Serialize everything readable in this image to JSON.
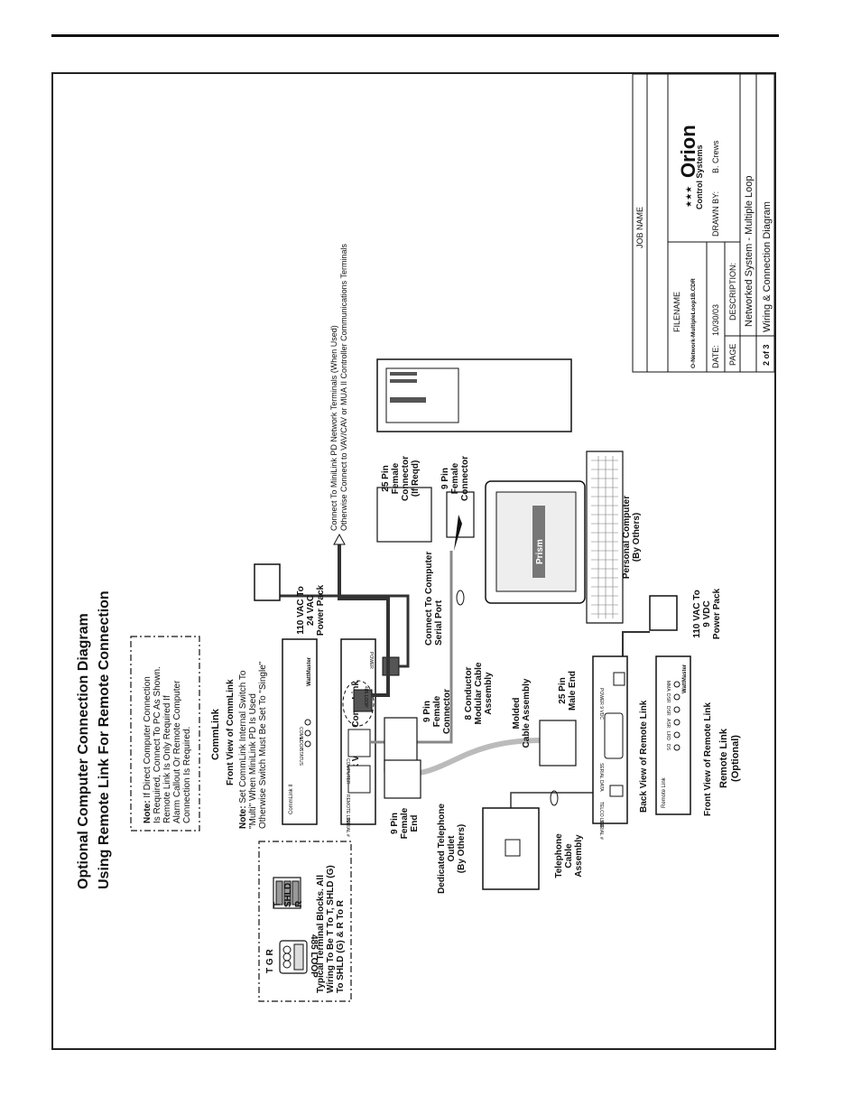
{
  "title": {
    "line1": "Optional Computer Connection Diagram",
    "line2": "Using Remote Link For Remote Connection"
  },
  "note_box": {
    "prefix": "Note:",
    "lines": [
      " If Direct Computer Connection",
      "Is Required, Connect To PC As Shown.",
      "Remote Link Is Only Required If",
      "Alarm Callout Or Remote Computer",
      "Connection Is Required."
    ]
  },
  "commlink": {
    "name": "CommLink",
    "front_label": "Front View of CommLink",
    "back_label": "Back View of CommLink",
    "note_prefix": "Note:",
    "note_lines": [
      " Set CommLink Internal Switch To",
      "\"Multi\" When MiniLink PD Is Used",
      "Otherwise Switch Must Be Set To \"Single\""
    ],
    "panel_text": {
      "brand": "WattMaster",
      "model": "CommLink II",
      "leds": [
        "COMM",
        "LOOP",
        "STATUS"
      ],
      "ports": [
        "REMOTE LINK",
        "COMPUTER",
        "485 LOOP",
        "POWER",
        "SERIAL #"
      ]
    }
  },
  "terminal_blocks": {
    "loop_letters": "T G R",
    "loop_name": "485 LOOP",
    "block_letters": [
      "T",
      "SHLD",
      "R"
    ],
    "caption_lines": [
      "Typical Terminal Blocks. All",
      "Wiring To Be T To T, SHLD (G)",
      "To SHLD (G) & R To R"
    ]
  },
  "power_pack_24": {
    "lines": [
      "110 VAC To",
      "24 VAC",
      "Power Pack"
    ]
  },
  "power_pack_9": {
    "lines": [
      "110 VAC To",
      "9 VDC",
      "Power Pack"
    ]
  },
  "connect_note": {
    "lines": [
      "Connect To MiniLink PD Network Terminals (When Used)",
      "Otherwise Connect to VAV/CAV or MUA II Controller Communications Terminals"
    ]
  },
  "connectors": {
    "pin25_female": [
      "25 Pin",
      "Female",
      "Connector",
      "(If Reqd)"
    ],
    "pin9_female_pc": [
      "9 Pin",
      "Female",
      "Connector"
    ],
    "connect_serial": [
      "Connect To Computer",
      "Serial Port"
    ],
    "modular_cable": [
      "8 Conductor",
      "Modular Cable",
      "Assembly"
    ],
    "pin9_female_conn": [
      "9 Pin",
      "Female",
      "Connector"
    ],
    "pin9_female_end": [
      "9 Pin",
      "Female",
      "End"
    ],
    "molded_cable": [
      "Molded",
      "Cable Assembly"
    ],
    "pin25_male": [
      "25 Pin",
      "Male End"
    ],
    "telephone_outlet": [
      "Dedicated Telephone",
      "Outlet",
      "(By Others)"
    ],
    "telephone_cable": [
      "Telephone",
      "Cable",
      "Assembly"
    ]
  },
  "computer": {
    "lines": [
      "Personal Computer",
      "(By Others)"
    ],
    "screen_logo": "Prism"
  },
  "remote_link": {
    "back_label": "Back View of Remote Link",
    "front_label": "Front View of Remote Link",
    "name_lines": [
      "Remote Link",
      "(Optional)"
    ],
    "panel_text": {
      "brand": "WattMaster",
      "model": "Remote Link",
      "leds": [
        "MMA",
        "DSR",
        "DSR",
        "ASR",
        "LRD",
        "DS"
      ],
      "ports": [
        "TELCO LINE",
        "SERIAL DATA",
        "POWER 9 VDC",
        "SERIAL #"
      ]
    }
  },
  "title_block": {
    "job_name_label": "JOB NAME",
    "filename_label": "FILENAME",
    "filename_value": "O-Network-MultipleLoop1B.CDR",
    "date_label": "DATE:",
    "date_value": "10/30/03",
    "drawn_by_label": "DRAWN BY:",
    "drawn_by_value": "B. Crews",
    "page_label": "PAGE",
    "page_value": "2 of 3",
    "description_label": "DESCRIPTION:",
    "description_line1": "Networked System - Multiple Loop",
    "description_line2": "Wiring & Connection Diagram",
    "logo_text": "Orion",
    "logo_sub": "Control Systems"
  }
}
